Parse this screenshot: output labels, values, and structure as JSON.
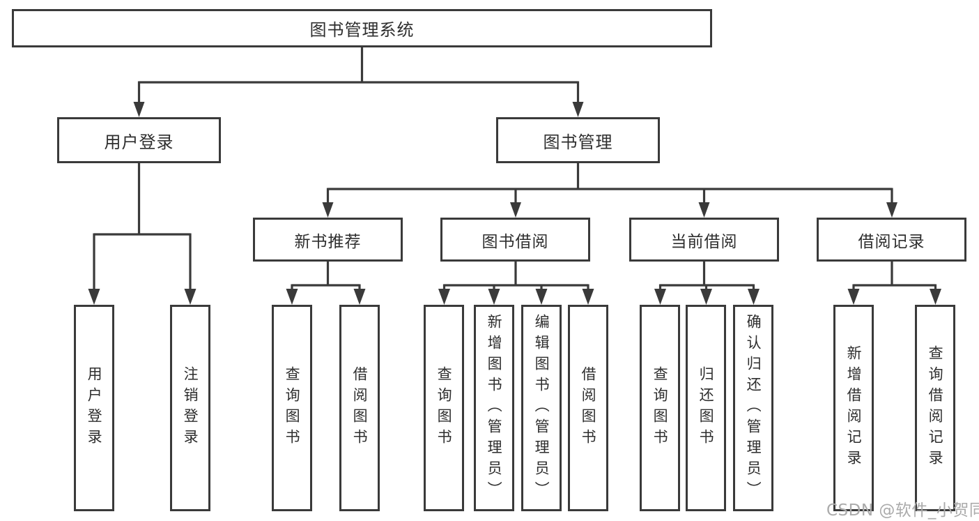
{
  "diagram": {
    "root": {
      "label": "图书管理系统"
    },
    "level2": [
      {
        "label": "用户登录"
      },
      {
        "label": "图书管理"
      }
    ],
    "level3": [
      {
        "label": "新书推荐"
      },
      {
        "label": "图书借阅"
      },
      {
        "label": "当前借阅"
      },
      {
        "label": "借阅记录"
      }
    ],
    "leaves": [
      {
        "label": "用户登录"
      },
      {
        "label": "注销登录"
      },
      {
        "label": "查询图书"
      },
      {
        "label": "借阅图书"
      },
      {
        "label": "查询图书"
      },
      {
        "label": "新增图书（管理员）"
      },
      {
        "label": "编辑图书（管理员）"
      },
      {
        "label": "借阅图书"
      },
      {
        "label": "查询图书"
      },
      {
        "label": "归还图书"
      },
      {
        "label": "确认归还（管理员）"
      },
      {
        "label": "新增借阅记录"
      },
      {
        "label": "查询借阅记录"
      }
    ],
    "watermark": "CSDN @软件_小贺同学",
    "colors": {
      "line": "#3a3a3a",
      "text": "#2e2e2e",
      "watermark": "#ababab",
      "background": "#ffffff"
    }
  }
}
